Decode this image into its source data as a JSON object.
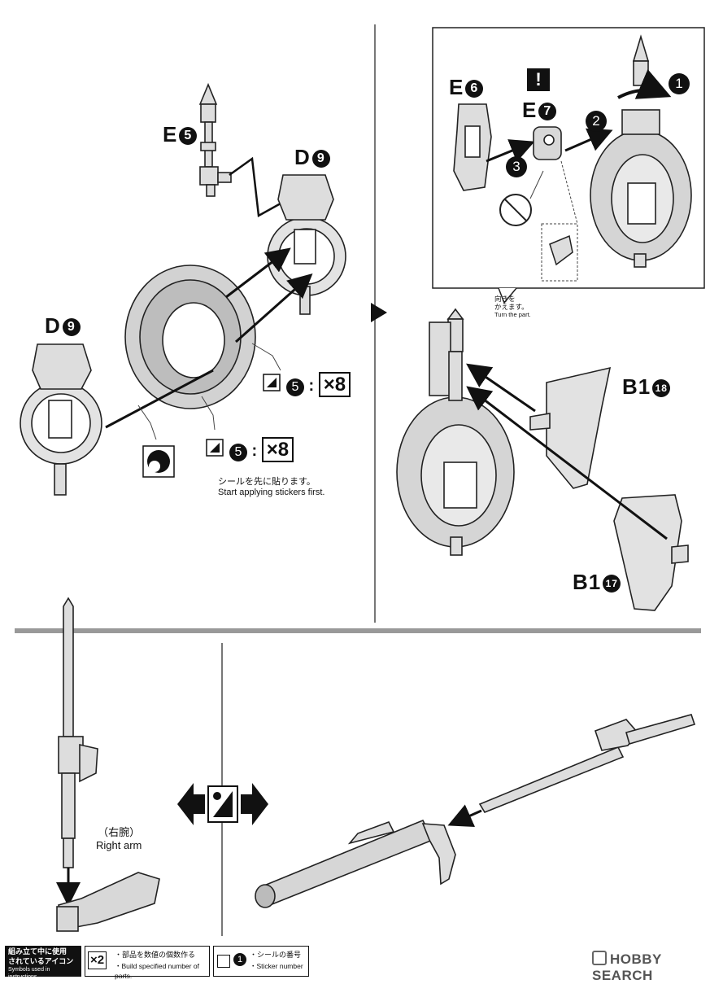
{
  "labels": {
    "e5": "E",
    "e5_num": "5",
    "d9_top": "D",
    "d9_top_num": "9",
    "d9_left": "D",
    "d9_left_num": "9",
    "e6": "E",
    "e6_num": "6",
    "e7": "E",
    "e7_num": "7",
    "b18": "B1",
    "b18_num": "18",
    "b17": "B1",
    "b17_num": "17"
  },
  "stickers": {
    "upper_num": "5",
    "upper_count": "×8",
    "lower_num": "5",
    "lower_count": "×8"
  },
  "notes": {
    "sticker_first_ja": "シールを先に貼ります。",
    "sticker_first_en": "Start applying stickers first.",
    "turn_ja_line1": "向きを",
    "turn_ja_line2": "かえます。",
    "turn_en": "Turn the part.",
    "right_arm_ja": "（右腕）",
    "right_arm_en": "Right arm"
  },
  "steps": {
    "s1": "1",
    "s2": "2",
    "s3": "3",
    "warn": "!"
  },
  "footer": {
    "legend_title_ja_1": "組み立て中に使用",
    "legend_title_ja_2": "されているアイコン",
    "legend_title_en": "Symbols used in instructions",
    "x2": "×2",
    "build_ja": "・部品を数値の個数作る",
    "build_en": "・Build specified number of parts.",
    "sticker_ja": "・シールの番号",
    "sticker_en": "・Sticker number",
    "sticker_icon_num": "1",
    "watermark": "HOBBY SEARCH"
  }
}
